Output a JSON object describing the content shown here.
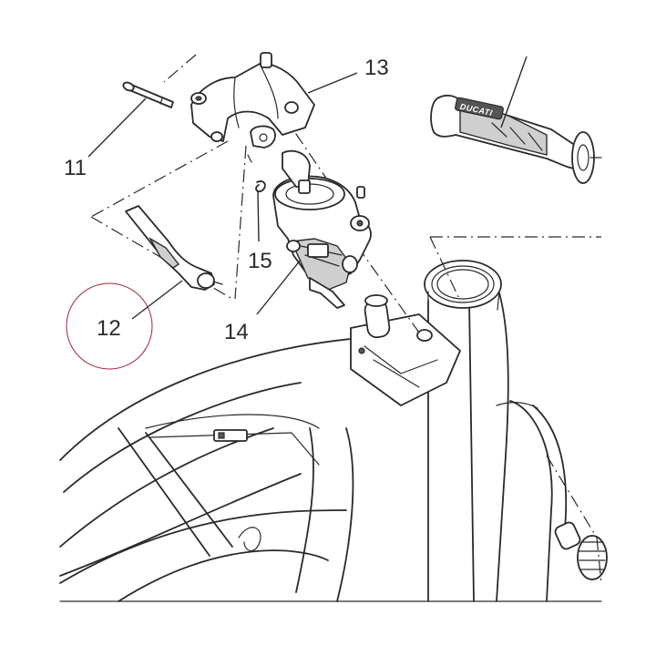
{
  "diagram": {
    "callouts": [
      {
        "id": "c11",
        "label": "11"
      },
      {
        "id": "c12",
        "label": "12"
      },
      {
        "id": "c13",
        "label": "13"
      },
      {
        "id": "c14",
        "label": "14"
      },
      {
        "id": "c15",
        "label": "15"
      }
    ],
    "highlighted_callout": "12",
    "highlight_color": "#a0263a",
    "grip_brand_text": "DUCATI"
  }
}
